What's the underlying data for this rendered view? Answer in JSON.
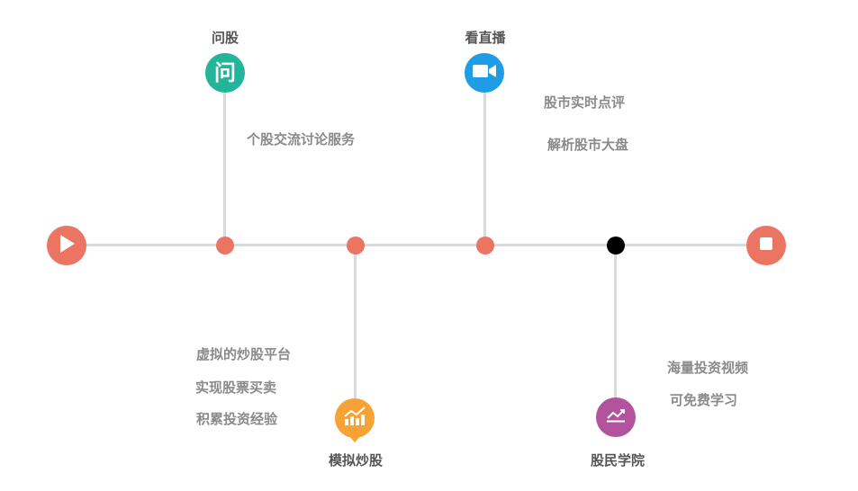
{
  "colors": {
    "line": "#dadada",
    "dot": "#ec7462",
    "current_dot": "#000000",
    "start": "#ec7462",
    "end": "#ec7462",
    "wengu": "#23b59a",
    "zhibo": "#1e9de6",
    "moni": "#f7a234",
    "xueyuan": "#b2539d"
  },
  "start": {
    "icon": "play-icon"
  },
  "end": {
    "icon": "stop-icon"
  },
  "nodes": [
    {
      "title": "问股",
      "icon": "chat-bubble-icon",
      "icon_text": "问",
      "descriptions": [
        "个股交流讨论服务"
      ]
    },
    {
      "title": "模拟炒股",
      "icon": "trend-chart-icon",
      "descriptions": [
        "虚拟的炒股平台",
        "实现股票买卖",
        "积累投资经验"
      ]
    },
    {
      "title": "看直播",
      "icon": "video-camera-icon",
      "descriptions": [
        "股市实时点评",
        "解析股市大盘"
      ]
    },
    {
      "title": "股民学院",
      "icon": "line-chart-icon",
      "descriptions": [
        "海量投资视频",
        "可免费学习"
      ]
    }
  ]
}
